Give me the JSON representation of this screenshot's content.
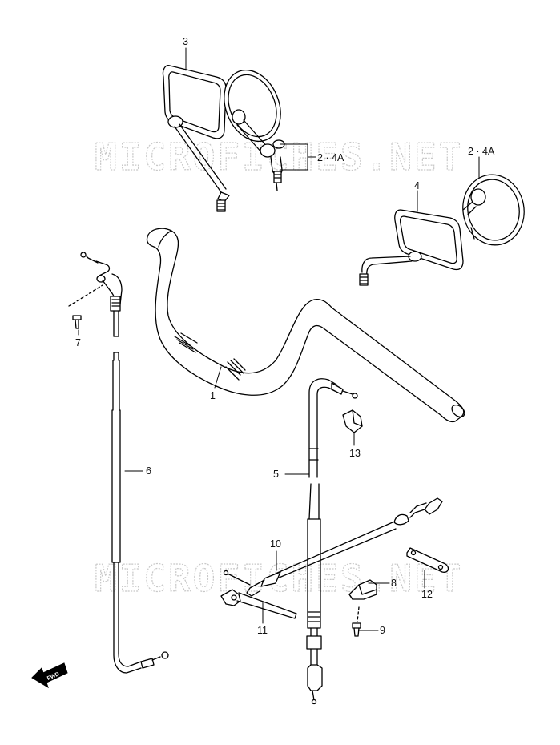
{
  "watermark": {
    "text": "MICROFICHES.NET"
  },
  "fwd_arrow": {
    "text": "FWD"
  },
  "callouts": [
    {
      "id": "label-1",
      "text": "1"
    },
    {
      "id": "label-2-4a-left",
      "text": "2 · 4A"
    },
    {
      "id": "label-2-4a-right",
      "text": "2 · 4A"
    },
    {
      "id": "label-3",
      "text": "3"
    },
    {
      "id": "label-4",
      "text": "4"
    },
    {
      "id": "label-5",
      "text": "5"
    },
    {
      "id": "label-6",
      "text": "6"
    },
    {
      "id": "label-7",
      "text": "7"
    },
    {
      "id": "label-8",
      "text": "8"
    },
    {
      "id": "label-9",
      "text": "9"
    },
    {
      "id": "label-10",
      "text": "10"
    },
    {
      "id": "label-11",
      "text": "11"
    },
    {
      "id": "label-12",
      "text": "12"
    },
    {
      "id": "label-13",
      "text": "13"
    }
  ],
  "parts": [
    {
      "ref": "1",
      "icon": "handlebar-icon"
    },
    {
      "ref": "2 · 4A",
      "icon": "round-mirror-icon"
    },
    {
      "ref": "3",
      "icon": "rectangular-mirror-left-icon"
    },
    {
      "ref": "4",
      "icon": "rectangular-mirror-right-icon"
    },
    {
      "ref": "5",
      "icon": "cable-icon"
    },
    {
      "ref": "6",
      "icon": "throttle-cable-icon"
    },
    {
      "ref": "7",
      "icon": "screw-icon"
    },
    {
      "ref": "8",
      "icon": "clamp-icon"
    },
    {
      "ref": "9",
      "icon": "screw-icon"
    },
    {
      "ref": "10",
      "icon": "clutch-cable-icon"
    },
    {
      "ref": "11",
      "icon": "cable-tie-icon"
    },
    {
      "ref": "12",
      "icon": "bracket-icon"
    },
    {
      "ref": "13",
      "icon": "cable-cap-icon"
    }
  ]
}
